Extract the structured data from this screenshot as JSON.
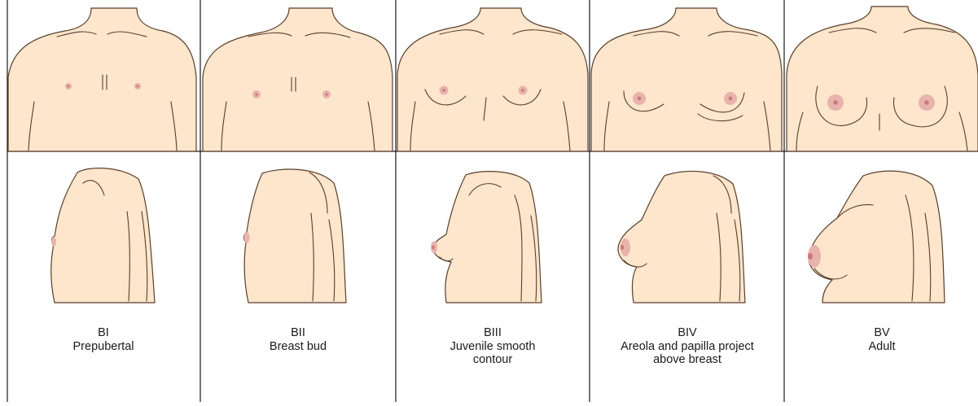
{
  "stages": [
    {
      "code": "BI",
      "description": "Prepubertal"
    },
    {
      "code": "BII",
      "description": "Breast bud"
    },
    {
      "code": "BIII",
      "description": "Juvenile smooth contour"
    },
    {
      "code": "BIV",
      "description": "Areola and papilla project above breast"
    },
    {
      "code": "BV",
      "description": "Adult"
    }
  ],
  "colors": {
    "skin": "#fde6cc",
    "outline": "#5a3e2b",
    "areola": "#e8b3ad",
    "nipple": "#c97a78",
    "divider": "#1a1a1a"
  }
}
